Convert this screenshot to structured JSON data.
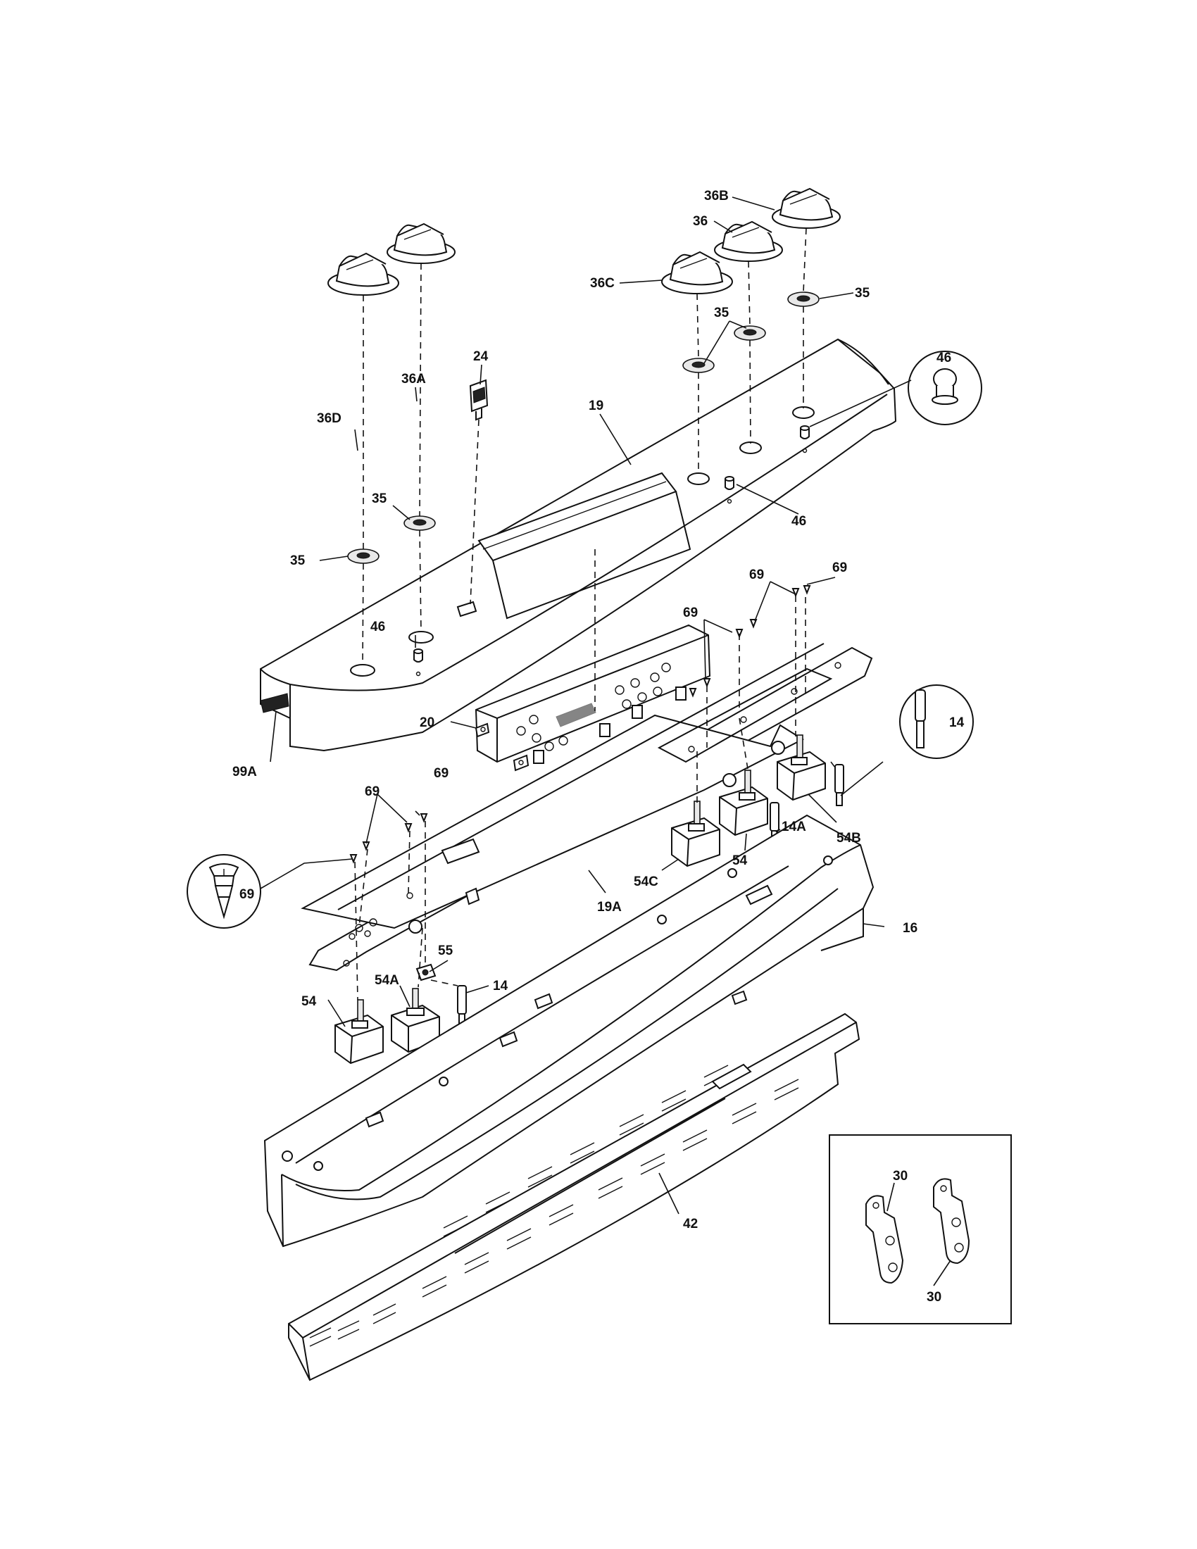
{
  "diagram": {
    "callouts": {
      "c_36B": "36B",
      "c_36": "36",
      "c_36C": "36C",
      "c_35_r": "35",
      "c_35_mid": "35",
      "c_46_circle": "46",
      "c_24": "24",
      "c_36A": "36A",
      "c_36D": "36D",
      "c_19": "19",
      "c_46_mid": "46",
      "c_35_l1": "35",
      "c_35_l2": "35",
      "c_46_left": "46",
      "c_69_a": "69",
      "c_69_b": "69",
      "c_69_c": "69",
      "c_20": "20",
      "c_99A": "99A",
      "c_14_circle": "14",
      "c_69_d": "69",
      "c_69_e": "69",
      "c_69_circle": "69",
      "c_14A": "14A",
      "c_54B": "54B",
      "c_54_r": "54",
      "c_54C": "54C",
      "c_19A": "19A",
      "c_16": "16",
      "c_55": "55",
      "c_54A": "54A",
      "c_14_l": "14",
      "c_54_l": "54",
      "c_30_a": "30",
      "c_30_b": "30",
      "c_42": "42"
    }
  }
}
